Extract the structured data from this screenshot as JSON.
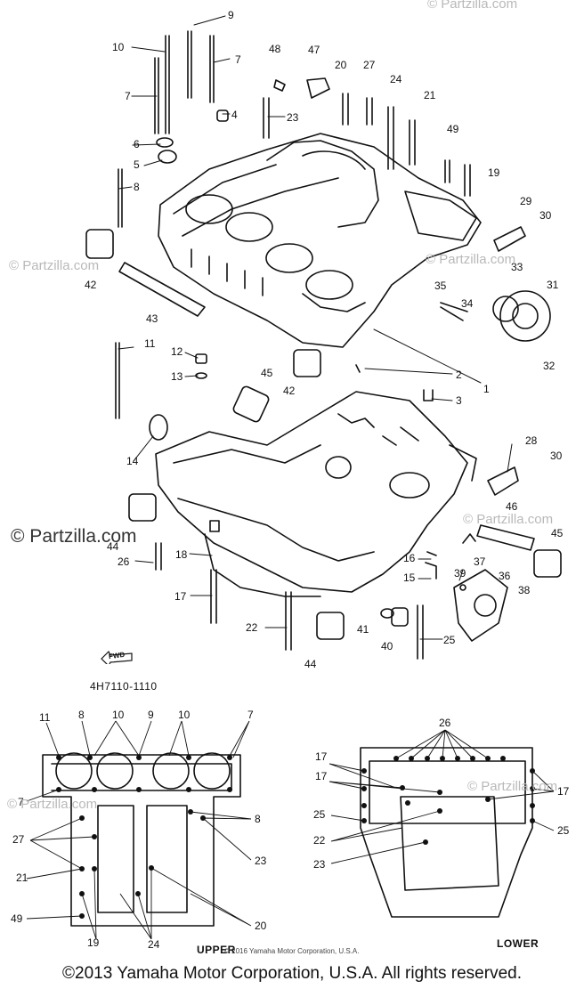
{
  "watermark_brand": "© Partzilla.com",
  "diagram_code": "4H7110-1110",
  "fwd_text": "FWD",
  "upper_label": "UPPER",
  "lower_label": "LOWER",
  "small_copyright": "© 2016 Yamaha Motor Corporation, U.S.A.",
  "footer_copyright": "©2013 Yamaha Motor Corporation, U.S.A. All rights reserved.",
  "callouts_exploded": [
    "1",
    "2",
    "3",
    "4",
    "5",
    "6",
    "7",
    "7",
    "8",
    "9",
    "10",
    "11",
    "12",
    "13",
    "14",
    "15",
    "16",
    "17",
    "18",
    "19",
    "20",
    "21",
    "22",
    "23",
    "24",
    "25",
    "26",
    "27",
    "28",
    "29",
    "30",
    "30",
    "31",
    "32",
    "33",
    "34",
    "35",
    "36",
    "37",
    "38",
    "39",
    "40",
    "41",
    "42",
    "42",
    "43",
    "44",
    "44",
    "45",
    "45",
    "46",
    "47",
    "48",
    "49"
  ],
  "callouts_upper": [
    "11",
    "8",
    "10",
    "9",
    "10",
    "7",
    "7",
    "8",
    "27",
    "23",
    "21",
    "49",
    "19",
    "24",
    "20"
  ],
  "callouts_lower": [
    "26",
    "17",
    "17",
    "17",
    "25",
    "25",
    "22",
    "23"
  ],
  "colors": {
    "line": "#111111",
    "watermark": "#b9b9b9",
    "background": "#ffffff"
  }
}
